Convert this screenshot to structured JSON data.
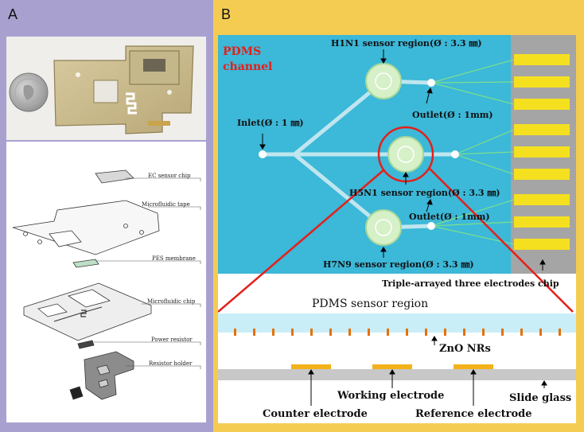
{
  "panelA": {
    "letter": "A",
    "labels": {
      "ec_sensor_chip": "EC sensor chip",
      "microfluidic_tape": "Microfluidic tape",
      "pes_membrane": "PES membrane",
      "microfluidic_chip": "Microfluidic chip",
      "power_resistor": "Power resistor",
      "resistor_holder": "Resistor holder"
    }
  },
  "panelB": {
    "letter": "B",
    "channel_title_line1": "PDMS",
    "channel_title_line2": "channel",
    "h1n1": "H1N1 sensor region(Ø : 3.3 ㎜)",
    "inlet": "Inlet(Ø : 1 ㎜)",
    "outlet_top": "Outlet(Ø : 1mm)",
    "h5n1": "H5N1 sensor region(Ø : 3.3 ㎜)",
    "outlet_bottom": "Outlet(Ø : 1mm)",
    "h7n9": "H7N9 sensor region(Ø : 3.3 ㎜)",
    "electrodes_chip": "Triple-arrayed three electrodes chip",
    "pdms_sensor_region": "PDMS sensor region",
    "zno": "ZnO NRs",
    "working": "Working electrode",
    "slide_glass": "Slide glass",
    "counter": "Counter electrode",
    "reference": "Reference electrode"
  },
  "colors": {
    "panelA_bg": "#a8a1d0",
    "panelB_bg": "#f4cc52",
    "channel_blue": "#3cb8d8",
    "electrode_yellow": "#f5e020",
    "highlight_red": "#e3201b"
  }
}
